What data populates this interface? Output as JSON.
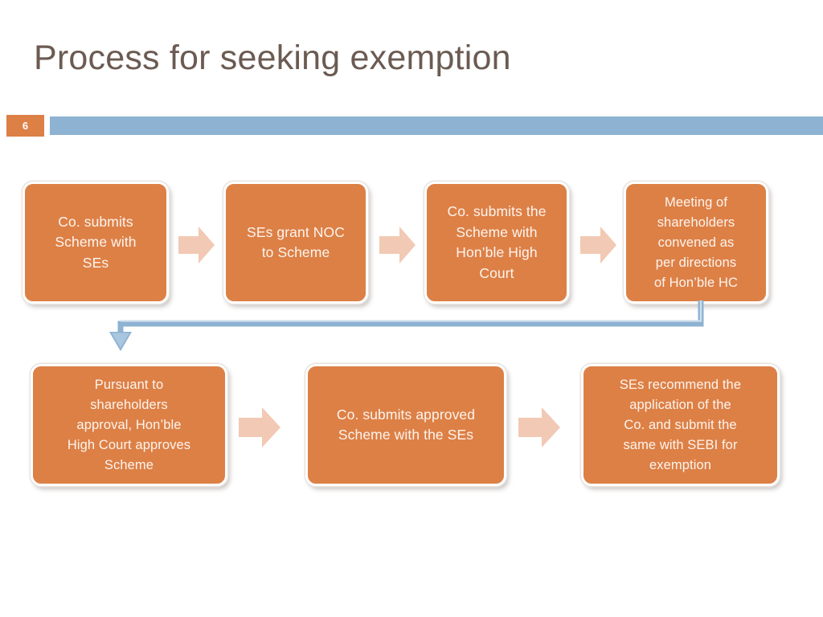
{
  "slide": {
    "title": "Process for seeking exemption",
    "page_number": "6",
    "colors": {
      "title_text": "#6b5b52",
      "badge_bg": "#dd8046",
      "rule_bg": "#8db2d2",
      "node_fill": "#dd8046",
      "node_border": "#ffffff",
      "node_text": "#fdf4ee",
      "arrow_fill": "#f2c9b4",
      "connector_stroke": "#8db2d2",
      "background": "#ffffff"
    }
  },
  "flow": {
    "row1": [
      {
        "id": "step-1",
        "label": "Co. submits\nScheme with\nSEs"
      },
      {
        "id": "step-2",
        "label": "SEs grant NOC\nto Scheme"
      },
      {
        "id": "step-3",
        "label": "Co. submits the\nScheme with\nHon’ble High\nCourt"
      },
      {
        "id": "step-4",
        "label": "Meeting of\nshareholders\nconvened as\nper directions\nof Hon’ble HC"
      }
    ],
    "row2": [
      {
        "id": "step-5",
        "label": "Pursuant to\nshareholders\napproval, Hon’ble\nHigh Court approves\nScheme"
      },
      {
        "id": "step-6",
        "label": "Co. submits approved\nScheme with the SEs"
      },
      {
        "id": "step-7",
        "label": "SEs recommend the\napplication of the\nCo. and submit the\nsame with SEBI for\nexemption"
      }
    ],
    "arrows": {
      "row1": [
        "arrow-1-2",
        "arrow-2-3",
        "arrow-3-4"
      ],
      "row2": [
        "arrow-5-6",
        "arrow-6-7"
      ],
      "wrap": "arrow-row1-to-row2"
    }
  }
}
